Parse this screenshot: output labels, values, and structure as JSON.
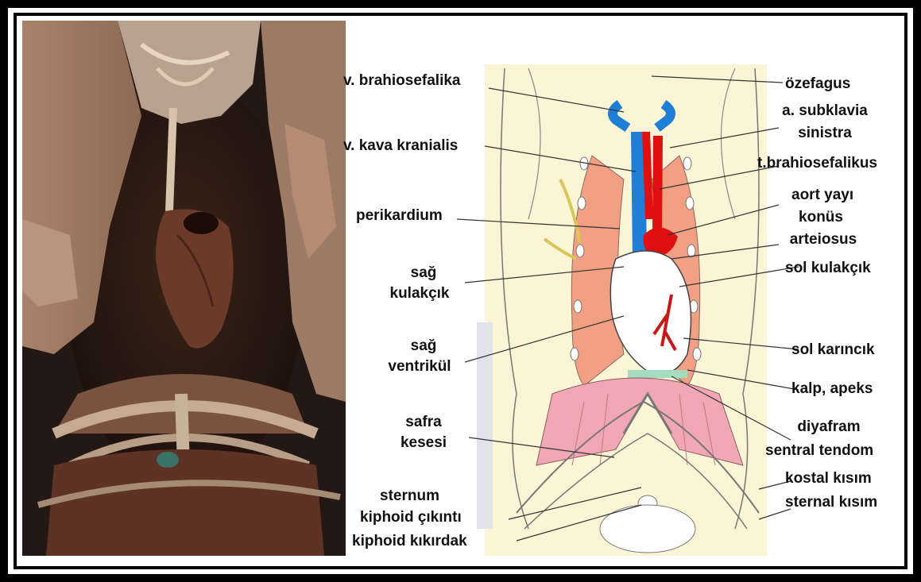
{
  "labels": {
    "v_brahiosefalika": "v. brahiosefalika",
    "v_kava": "v. kava kranialis",
    "perikardium": "perikardium",
    "sag_kulakcik_1": "sağ",
    "sag_kulakcik_2": "kulakçık",
    "sag_ventrikul_1": "sağ",
    "sag_ventrikul_2": "ventrikül",
    "safra_1": "safra",
    "safra_2": "kesesi",
    "sternum": "sternum",
    "kiphoid_cikinti": "kiphoid çıkıntı",
    "kiphoid_kikirdak": "kiphoid kıkırdak",
    "ozefagus": "özefagus",
    "subklavia_1": "a. subklavia",
    "subklavia_2": "sinistra",
    "t_brahiosefalikus": "t.brahiosefalikus",
    "aort_yayi": "aort yayı",
    "konus_1": "konüs",
    "konus_2": "arteiosus",
    "sol_kulakcik": "sol kulakçık",
    "sol_karincik": "sol karıncık",
    "kalp_apeks": "kalp, apeks",
    "diyafram_1": "diyafram",
    "diyafram_2": "sentral tendom",
    "kostal": "kostal kısım",
    "sternal": "sternal kısım"
  },
  "colors": {
    "vein": "#1f7fd6",
    "artery": "#e01010",
    "lung": "#f2a084",
    "diaphragm": "#f2a8b4",
    "background_panel": "#fbf5d6"
  }
}
